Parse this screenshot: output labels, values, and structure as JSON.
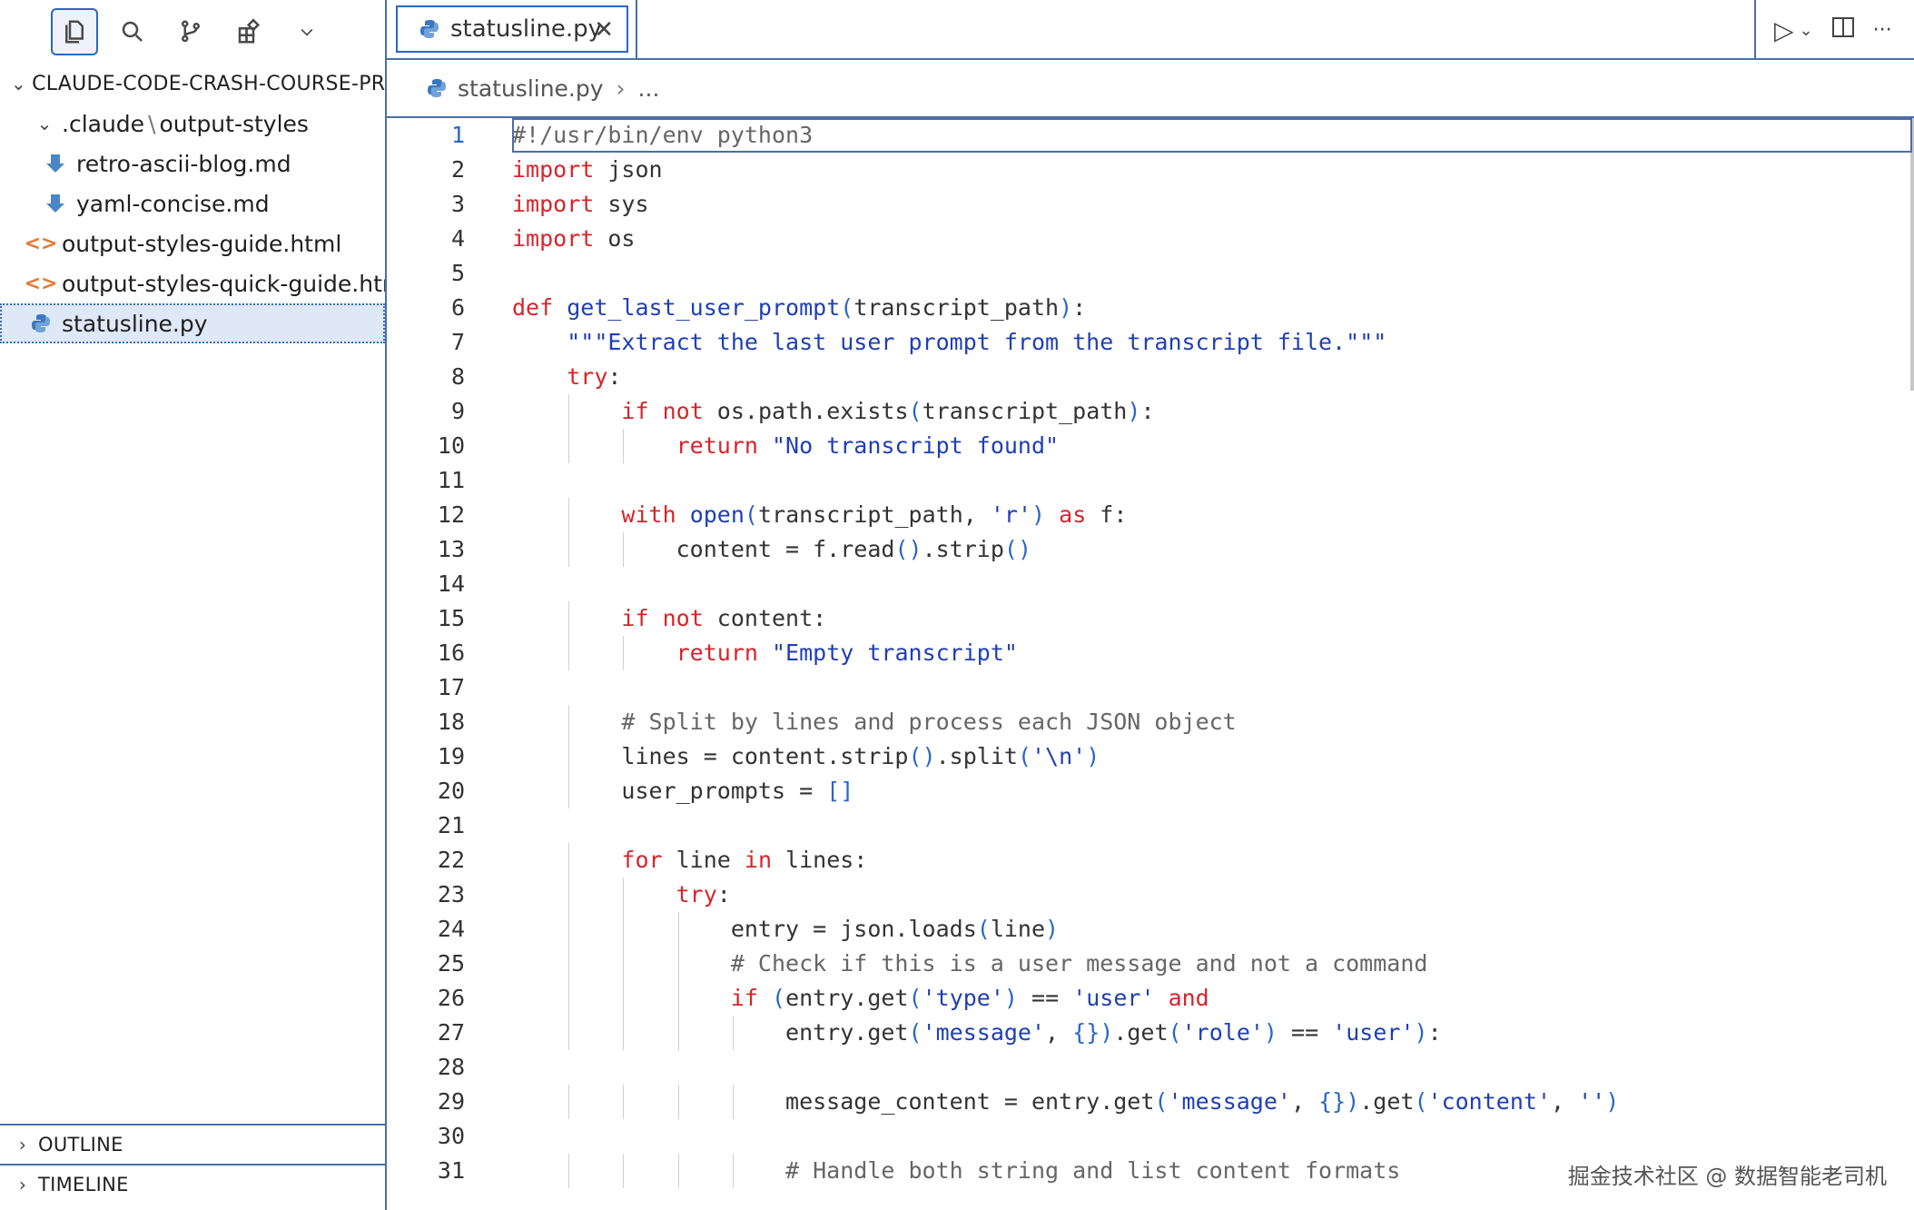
{
  "explorer": {
    "root_label": "CLAUDE-CODE-CRASH-COURSE-PR...",
    "folder": {
      "part1": ".claude",
      "separator": "\\",
      "part2": "output-styles"
    },
    "items": [
      {
        "label": "retro-ascii-blog.md",
        "icon": "markdown-arrow-icon"
      },
      {
        "label": "yaml-concise.md",
        "icon": "markdown-arrow-icon"
      },
      {
        "label": "output-styles-guide.html",
        "icon": "html-code-icon"
      },
      {
        "label": "output-styles-quick-guide.html",
        "icon": "html-code-icon"
      },
      {
        "label": "statusline.py",
        "icon": "python-icon"
      }
    ],
    "outline_label": "OUTLINE",
    "timeline_label": "TIMELINE"
  },
  "tab": {
    "label": "statusline.py",
    "close": "✕"
  },
  "breadcrumb": {
    "file": "statusline.py",
    "sep": "›",
    "rest": "..."
  },
  "actions": {
    "run": "▷",
    "run_menu": "⌄",
    "split": "split-editor-icon",
    "more": "···"
  },
  "code_lines": [
    "#!/usr/bin/env python3",
    "import json",
    "import sys",
    "import os",
    "",
    "def get_last_user_prompt(transcript_path):",
    "    \"\"\"Extract the last user prompt from the transcript file.\"\"\"",
    "    try:",
    "        if not os.path.exists(transcript_path):",
    "            return \"No transcript found\"",
    "",
    "        with open(transcript_path, 'r') as f:",
    "            content = f.read().strip()",
    "",
    "        if not content:",
    "            return \"Empty transcript\"",
    "",
    "        # Split by lines and process each JSON object",
    "        lines = content.strip().split('\\n')",
    "        user_prompts = []",
    "",
    "        for line in lines:",
    "            try:",
    "                entry = json.loads(line)",
    "                # Check if this is a user message and not a command",
    "                if (entry.get('type') == 'user' and",
    "                    entry.get('message', {}).get('role') == 'user'):",
    "",
    "                    message_content = entry.get('message', {}).get('content', '')",
    "",
    "                    # Handle both string and list content formats"
  ],
  "current_line": 1,
  "watermark": "掘金技术社区 @ 数据智能老司机",
  "colors": {
    "accent": "#2a66c8",
    "keyword": "#d4262b",
    "string": "#1f3fb3",
    "comment": "#666666"
  }
}
